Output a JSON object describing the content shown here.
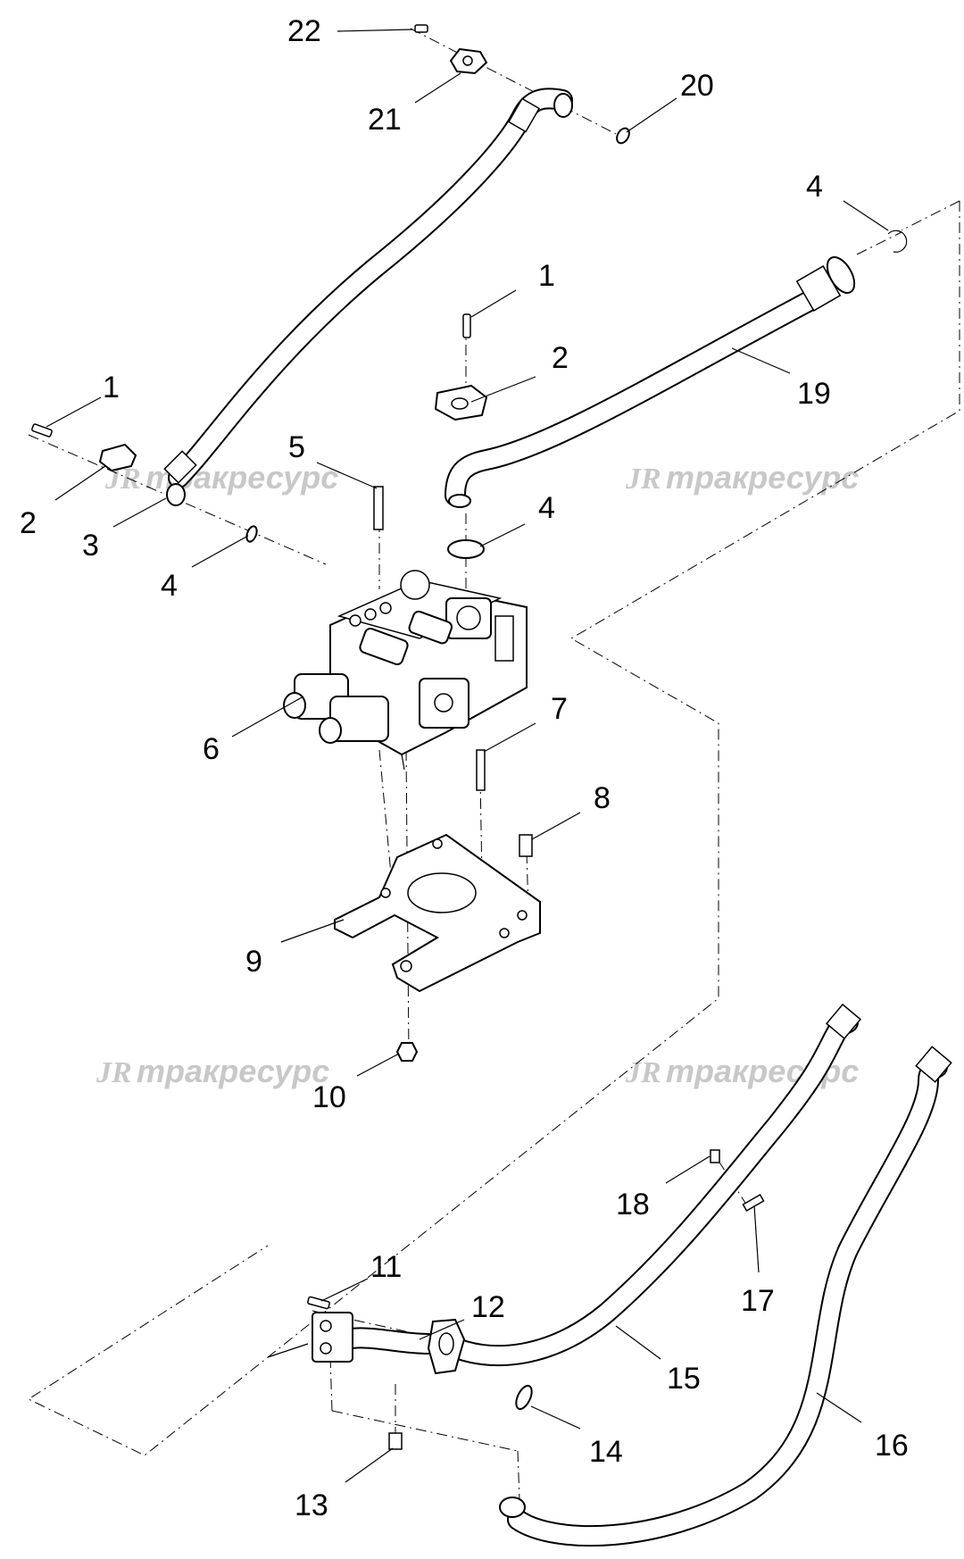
{
  "diagram": {
    "callouts": [
      "1",
      "2",
      "3",
      "4",
      "5",
      "6",
      "7",
      "8",
      "9",
      "10",
      "11",
      "12",
      "13",
      "14",
      "15",
      "16",
      "17",
      "18",
      "19",
      "20",
      "21",
      "22"
    ],
    "watermark": {
      "logo": "JR",
      "text": "тракресурс"
    }
  }
}
